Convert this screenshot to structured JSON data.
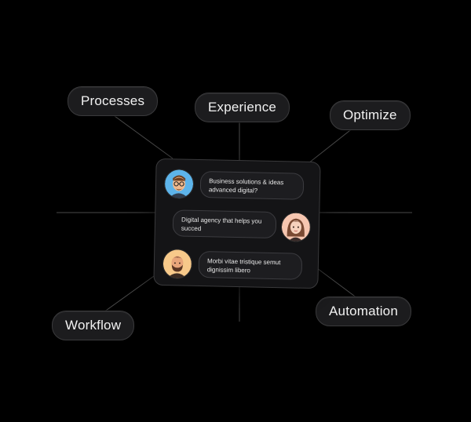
{
  "tags": {
    "processes": "Processes",
    "experience": "Experience",
    "optimize": "Optimize",
    "workflow": "Workflow",
    "automation": "Automation"
  },
  "chat": {
    "messages": [
      {
        "text": "Business solutions & ideas advanced digital?",
        "avatar": "man-glasses-avatar"
      },
      {
        "text": "Digital agency that helps you succed",
        "avatar": "woman-avatar"
      },
      {
        "text": "Morbi vitae tristique semut dignissim libero",
        "avatar": "man-beard-avatar"
      }
    ]
  },
  "colors": {
    "background": "#000000",
    "pill": "#1c1c1e",
    "card": "#141416",
    "text": "#f2f2f2"
  }
}
